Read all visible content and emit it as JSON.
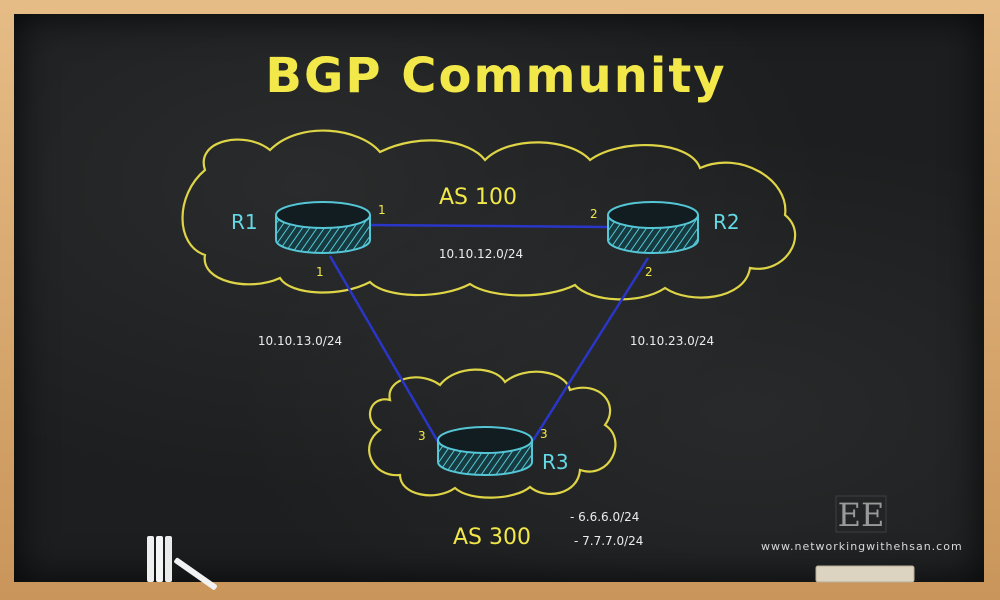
{
  "title": "BGP Community",
  "as_top": {
    "label": "AS 100"
  },
  "as_bottom": {
    "label": "AS 300"
  },
  "routers": [
    {
      "id": "R1",
      "label": "R1"
    },
    {
      "id": "R2",
      "label": "R2"
    },
    {
      "id": "R3",
      "label": "R3"
    }
  ],
  "links": [
    {
      "name": "r1-r2",
      "subnet": "10.10.12.0/24",
      "end_a": "1",
      "end_b": "2"
    },
    {
      "name": "r1-r3",
      "subnet": "10.10.13.0/24",
      "end_a": "1",
      "end_b": "3"
    },
    {
      "name": "r2-r3",
      "subnet": "10.10.23.0/24",
      "end_a": "2",
      "end_b": "3"
    }
  ],
  "r3_networks": [
    "- 6.6.6.0/24",
    "- 7.7.7.0/24"
  ],
  "logo": {
    "letters": "EE"
  },
  "website": "www.networkingwithehsan.com",
  "colors": {
    "chalk_yellow": "#f3e84a",
    "chalk_cyan": "#64d9e6",
    "chalk_white": "#ececec",
    "link_blue": "#2a36c8",
    "router_cyan": "#55c6d6"
  }
}
